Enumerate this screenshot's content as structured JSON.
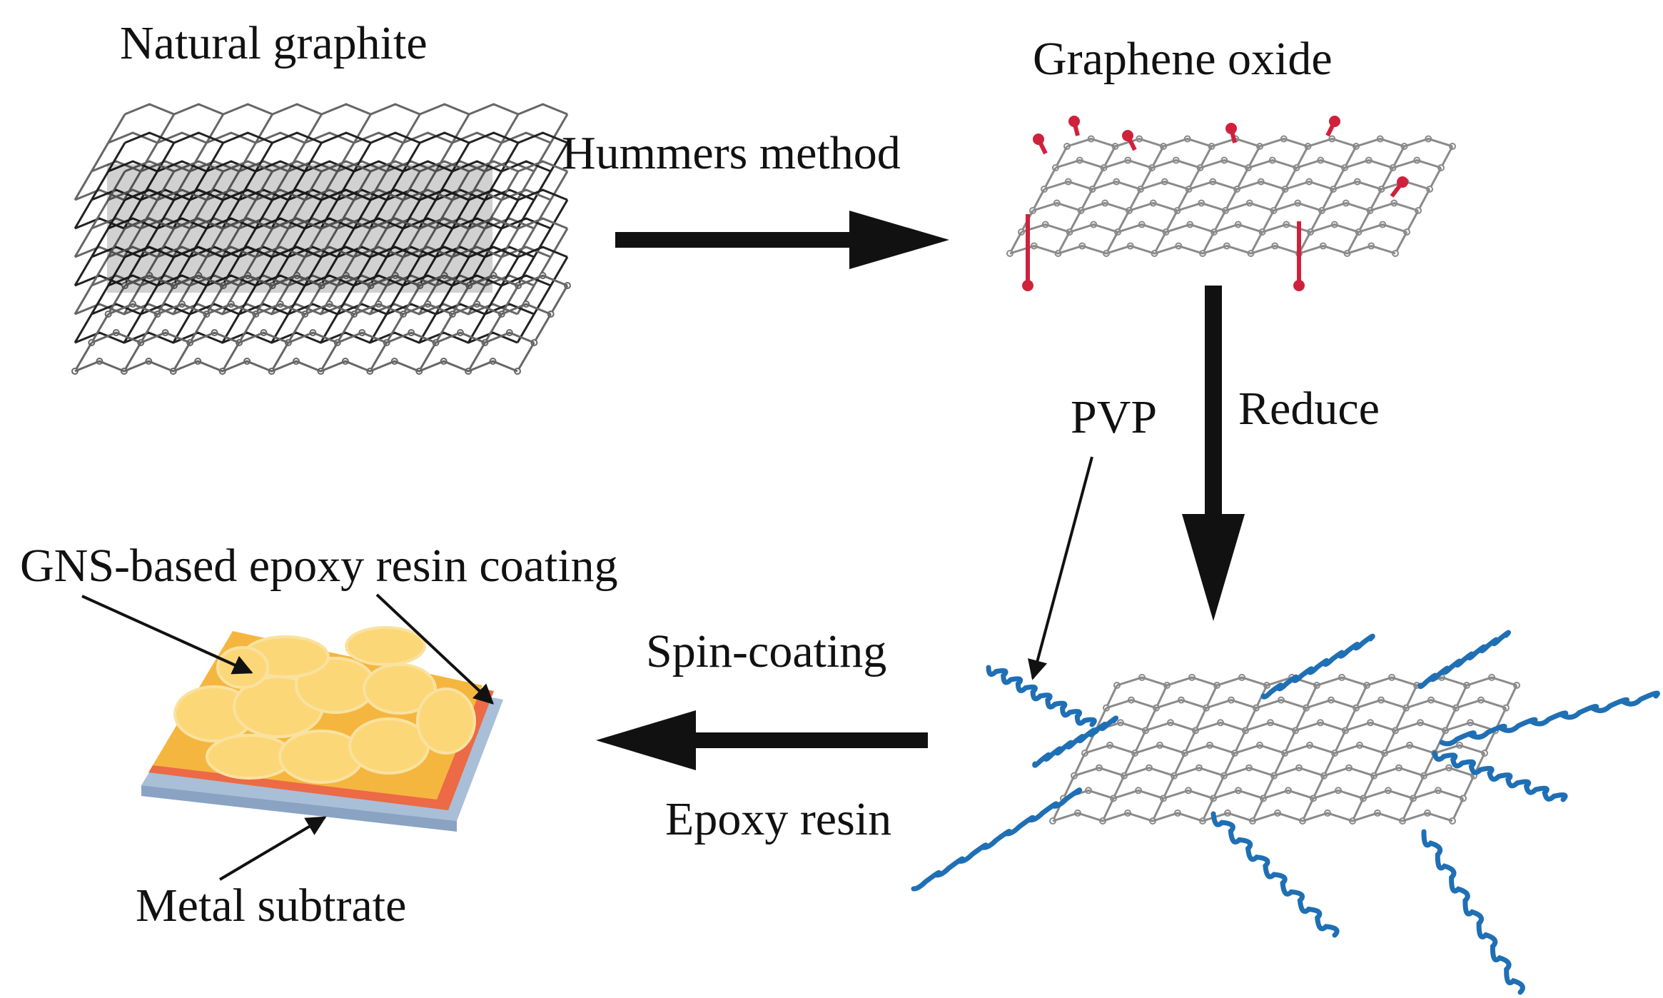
{
  "labels": {
    "natural_graphite": "Natural graphite",
    "graphene_oxide": "Graphene oxide",
    "hummers_method": "Hummers method",
    "pvp": "PVP",
    "reduce": "Reduce",
    "gns_coating": "GNS-based epoxy resin coating",
    "spin_coating": "Spin-coating",
    "epoxy_resin": "Epoxy resin",
    "metal_substrate": "Metal subtrate"
  },
  "colors": {
    "ink": "#111111",
    "lattice": "#8a8a8a",
    "oxygen_group": "#d0213c",
    "pvp_chain": "#1f6fb5",
    "coating_top": "#f7c94f",
    "coating_edge": "#e8503a",
    "substrate": "#9fb7d3"
  }
}
